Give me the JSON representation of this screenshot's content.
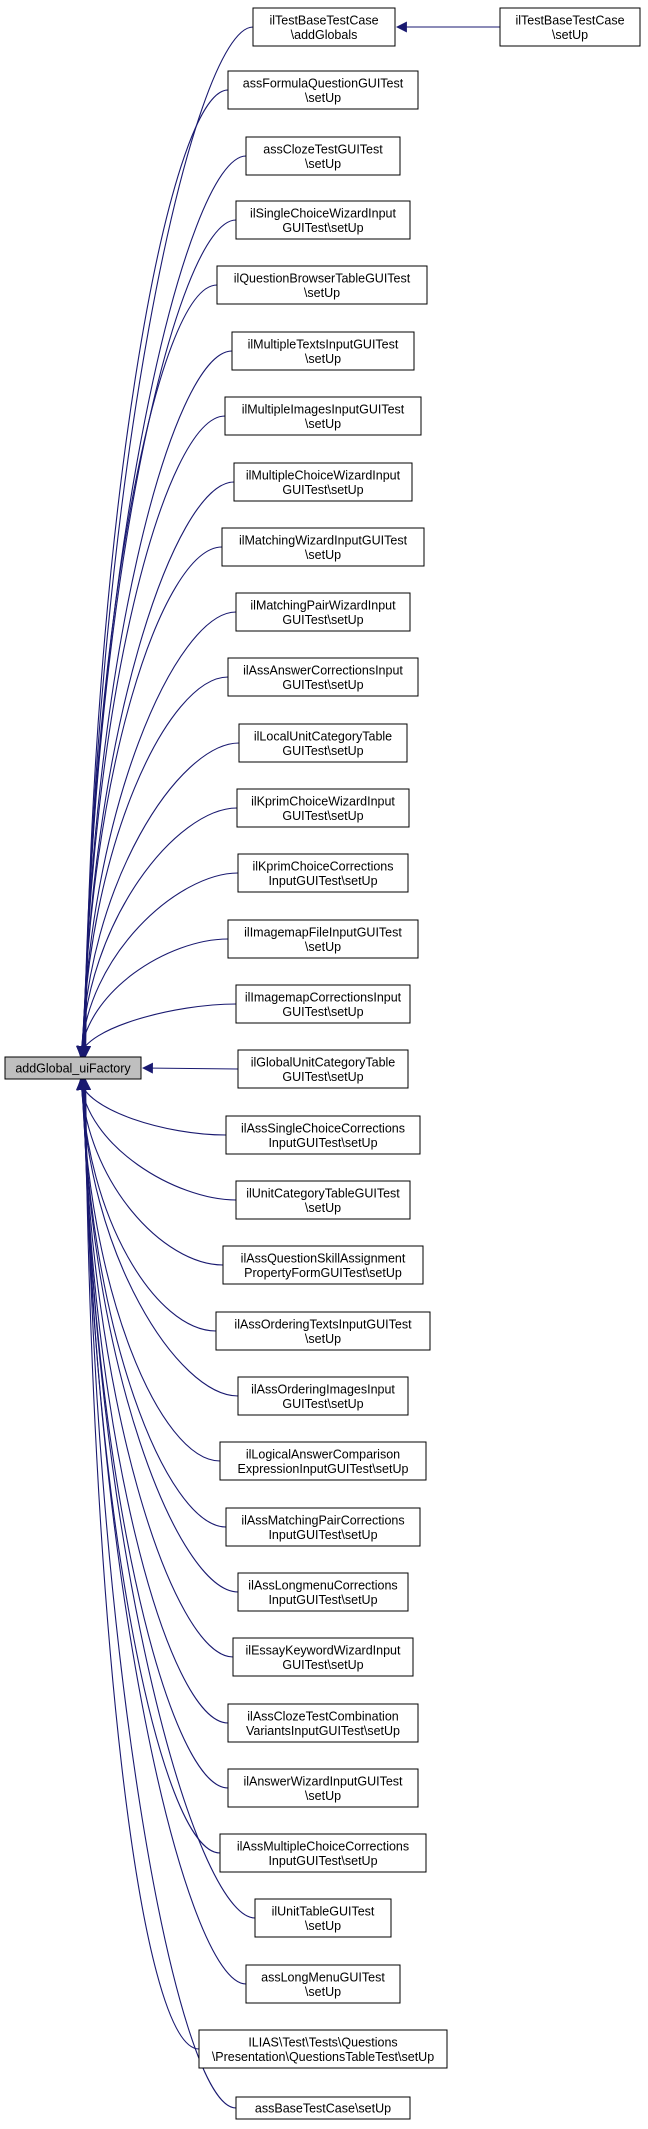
{
  "root": {
    "label": "addGlobal_uiFactory"
  },
  "callers": [
    {
      "lines": [
        "ilTestBaseTestCase",
        "\\addGlobals"
      ]
    },
    {
      "lines": [
        "assFormulaQuestionGUITest",
        "\\setUp"
      ]
    },
    {
      "lines": [
        "assClozeTestGUITest",
        "\\setUp"
      ]
    },
    {
      "lines": [
        "ilSingleChoiceWizardInput",
        "GUITest\\setUp"
      ]
    },
    {
      "lines": [
        "ilQuestionBrowserTableGUITest",
        "\\setUp"
      ]
    },
    {
      "lines": [
        "ilMultipleTextsInputGUITest",
        "\\setUp"
      ]
    },
    {
      "lines": [
        "ilMultipleImagesInputGUITest",
        "\\setUp"
      ]
    },
    {
      "lines": [
        "ilMultipleChoiceWizardInput",
        "GUITest\\setUp"
      ]
    },
    {
      "lines": [
        "ilMatchingWizardInputGUITest",
        "\\setUp"
      ]
    },
    {
      "lines": [
        "ilMatchingPairWizardInput",
        "GUITest\\setUp"
      ]
    },
    {
      "lines": [
        "ilAssAnswerCorrectionsInput",
        "GUITest\\setUp"
      ]
    },
    {
      "lines": [
        "ilLocalUnitCategoryTable",
        "GUITest\\setUp"
      ]
    },
    {
      "lines": [
        "ilKprimChoiceWizardInput",
        "GUITest\\setUp"
      ]
    },
    {
      "lines": [
        "ilKprimChoiceCorrections",
        "InputGUITest\\setUp"
      ]
    },
    {
      "lines": [
        "ilImagemapFileInputGUITest",
        "\\setUp"
      ]
    },
    {
      "lines": [
        "ilImagemapCorrectionsInput",
        "GUITest\\setUp"
      ]
    },
    {
      "lines": [
        "ilGlobalUnitCategoryTable",
        "GUITest\\setUp"
      ]
    },
    {
      "lines": [
        "ilAssSingleChoiceCorrections",
        "InputGUITest\\setUp"
      ]
    },
    {
      "lines": [
        "ilUnitCategoryTableGUITest",
        "\\setUp"
      ]
    },
    {
      "lines": [
        "ilAssQuestionSkillAssignment",
        "PropertyFormGUITest\\setUp"
      ]
    },
    {
      "lines": [
        "ilAssOrderingTextsInputGUITest",
        "\\setUp"
      ]
    },
    {
      "lines": [
        "ilAssOrderingImagesInput",
        "GUITest\\setUp"
      ]
    },
    {
      "lines": [
        "ilLogicalAnswerComparison",
        "ExpressionInputGUITest\\setUp"
      ]
    },
    {
      "lines": [
        "ilAssMatchingPairCorrections",
        "InputGUITest\\setUp"
      ]
    },
    {
      "lines": [
        "ilAssLongmenuCorrections",
        "InputGUITest\\setUp"
      ]
    },
    {
      "lines": [
        "ilEssayKeywordWizardInput",
        "GUITest\\setUp"
      ]
    },
    {
      "lines": [
        "ilAssClozeTestCombination",
        "VariantsInputGUITest\\setUp"
      ]
    },
    {
      "lines": [
        "ilAnswerWizardInputGUITest",
        "\\setUp"
      ]
    },
    {
      "lines": [
        "ilAssMultipleChoiceCorrections",
        "InputGUITest\\setUp"
      ]
    },
    {
      "lines": [
        "ilUnitTableGUITest",
        "\\setUp"
      ]
    },
    {
      "lines": [
        "assLongMenuGUITest",
        "\\setUp"
      ]
    },
    {
      "lines": [
        "ILIAS\\Test\\Tests\\Questions",
        "\\Presentation\\QuestionsTableTest\\setUp"
      ]
    },
    {
      "lines": [
        "assBaseTestCase\\setUp"
      ]
    }
  ],
  "second_level": {
    "lines": [
      "ilTestBaseTestCase",
      "\\setUp"
    ],
    "calls": "ilTestBaseTestCase\\addGlobals"
  },
  "colors": {
    "edge": "#191970",
    "root_fill": "#bfbfbf",
    "node_fill": "#ffffff",
    "border": "#000000"
  }
}
